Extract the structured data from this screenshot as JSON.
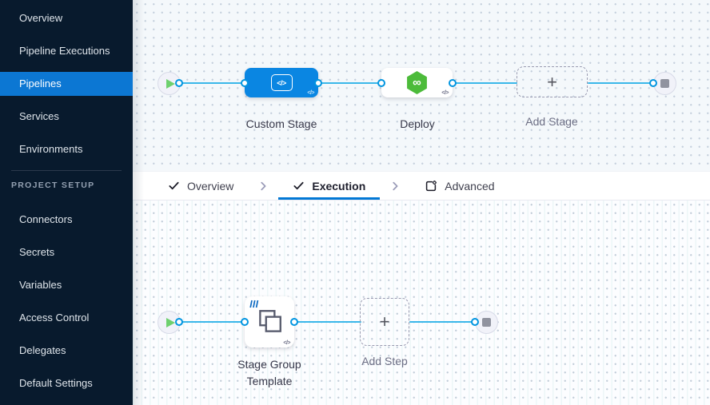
{
  "sidebar": {
    "items": [
      "Overview",
      "Pipeline Executions",
      "Pipelines",
      "Services",
      "Environments"
    ],
    "selected_item": "Pipelines",
    "section_label": "PROJECT SETUP",
    "setup_items": [
      "Connectors",
      "Secrets",
      "Variables",
      "Access Control",
      "Delegates",
      "Default Settings"
    ]
  },
  "tab_bar": {
    "tabs": [
      {
        "label": "Overview",
        "icon": "check-icon",
        "state": "completed"
      },
      {
        "label": "Execution",
        "icon": "check-icon",
        "state": "active"
      },
      {
        "label": "Advanced",
        "icon": "advanced-icon",
        "state": "default"
      }
    ],
    "active_tab": "Execution"
  },
  "stage_canvas": {
    "custom_stage_label": "Custom Stage",
    "deploy_label": "Deploy",
    "add_stage_label": "Add Stage"
  },
  "execution_canvas": {
    "stage_group_template_label": "Stage Group Template",
    "add_step_label": "Add Step"
  },
  "icons": {
    "plus": "+",
    "code": "</>",
    "infinity": "∞"
  },
  "colors": {
    "sidebar_bg": "#081a2d",
    "selected_blue": "#0c77d3",
    "accent_blue": "#0278d5",
    "node_blue": "#0a86e2",
    "deploy_green": "#4cbb3a",
    "link_blue": "#3ab7e9",
    "port_ring": "#0195e0"
  }
}
